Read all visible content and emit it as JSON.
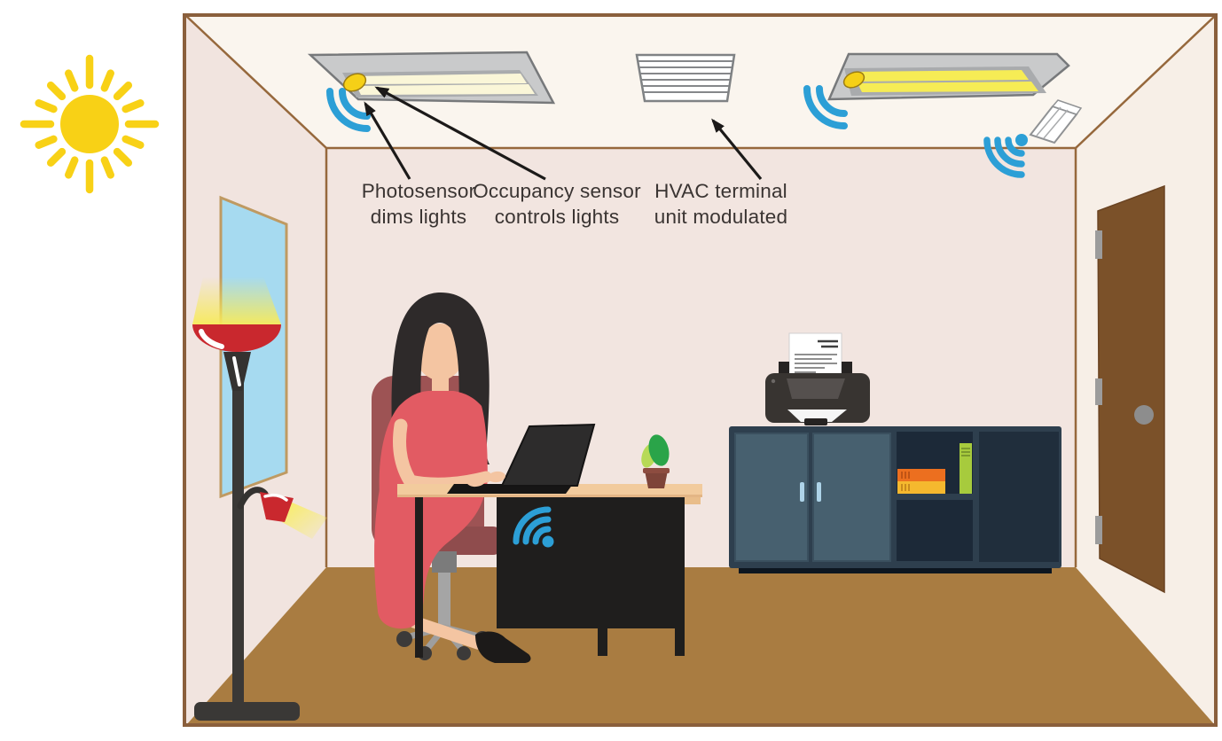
{
  "labels": {
    "photosensor": {
      "line1": "Photosensor",
      "line2": "dims lights"
    },
    "occupancy": {
      "line1": "Occupancy sensor",
      "line2": "controls lights"
    },
    "hvac": {
      "line1": "HVAC terminal",
      "line2": "unit modulated"
    }
  },
  "icons": {
    "sun": "sun-icon",
    "wifi_signal": "wifi-signal-icon",
    "photosensor_dot": "photosensor-dot-icon",
    "hvac_vent": "hvac-vent-icon",
    "hvac_diffuser": "hvac-diffuser-icon",
    "annotation_arrow": "annotation-arrow-icon",
    "door_knob": "door-knob-icon"
  },
  "colors": {
    "sun_yellow": "#f8d116",
    "wifi_blue": "#2c9fd6",
    "ceiling_cream": "#faf5ee",
    "back_wall_pink": "#f2e5e0",
    "left_wall_pink": "#f1e4df",
    "right_wall_cream": "#f7efe7",
    "floor_brown": "#a97c41",
    "frame_brown": "#8a5f3c",
    "window_blue": "#a6daf0",
    "lamp_red": "#c9282e",
    "dress_red": "#e25b63",
    "chair_maroon": "#9d5354",
    "skin": "#f4c5a2",
    "hair_dark": "#2e2a2a",
    "desk_wood": "#f2cb9d",
    "desk_black": "#1f1e1d",
    "cabinet_navy": "#2e3f4e",
    "cabinet_door_slate": "#47606f",
    "door_brown": "#7b5129",
    "light_tube_dim": "#faf6d8",
    "light_tube_bright": "#f6ec55",
    "text_dark": "#3a3432",
    "arrow_black": "#1c1a19"
  }
}
